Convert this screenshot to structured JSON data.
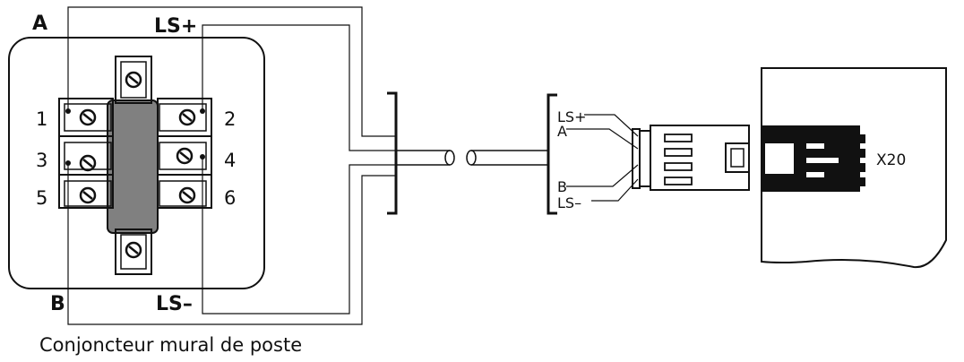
{
  "wall_socket": {
    "label_a": "A",
    "label_b": "B",
    "label_ls_plus": "LS+",
    "label_ls_minus": "LS–",
    "terminal_numbers": [
      "1",
      "2",
      "3",
      "4",
      "5",
      "6"
    ],
    "caption": "Conjoncteur mural de poste"
  },
  "plug": {
    "pin_labels": [
      "LS+",
      "A",
      "B",
      "LS–"
    ]
  },
  "device": {
    "connector_label": "X20"
  },
  "colors": {
    "line": "#111111",
    "bar_fill": "#808080",
    "background": "#ffffff"
  }
}
